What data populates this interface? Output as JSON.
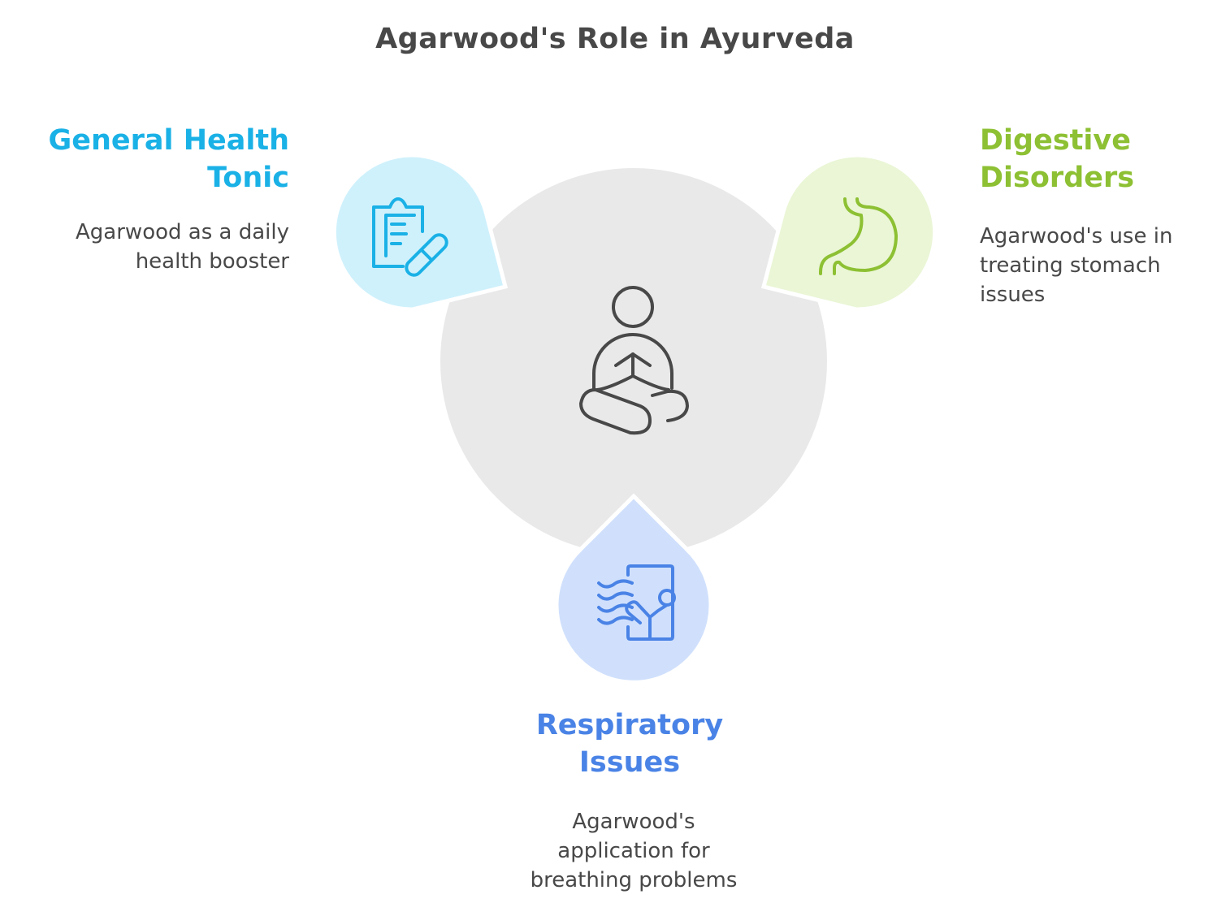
{
  "title": "Agarwood's Role in Ayurveda",
  "center": {
    "icon": "meditation-person-icon",
    "fill": "#e9e9e9",
    "stroke": "#484848"
  },
  "items": [
    {
      "heading_line1": "General Health",
      "heading_line2": "Tonic",
      "desc_line1": "Agarwood as a daily",
      "desc_line2": "health booster",
      "icon": "clipboard-pill-icon",
      "color": "#1ab1e6",
      "fill": "#cff1fc"
    },
    {
      "heading_line1": "Digestive",
      "heading_line2": "Disorders",
      "desc_line1": "Agarwood's use in",
      "desc_line2": "treating stomach",
      "desc_line3": "issues",
      "icon": "stomach-icon",
      "color": "#8dc033",
      "fill": "#eaf6d6"
    },
    {
      "heading_line1": "Respiratory",
      "heading_line2": "Issues",
      "desc_line1": "Agarwood's",
      "desc_line2": "application for",
      "desc_line3": "breathing problems",
      "icon": "breathing-lungs-icon",
      "color": "#4a83e6",
      "fill": "#d0e0fc"
    }
  ]
}
